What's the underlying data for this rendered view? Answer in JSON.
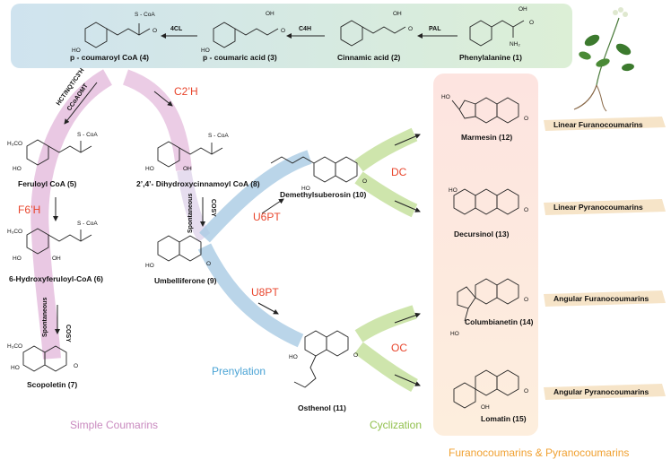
{
  "top_row": {
    "compounds": [
      {
        "id": "p-coumaroyl-coa",
        "label": "p - coumaroyl CoA (4)"
      },
      {
        "id": "p-coumaric-acid",
        "label": "p - coumaric acid (3)"
      },
      {
        "id": "cinnamic-acid",
        "label": "Cinnamic acid (2)"
      },
      {
        "id": "phenylalanine",
        "label": "Phenylalanine (1)"
      }
    ],
    "enzymes": [
      "4CL",
      "C4H",
      "PAL"
    ]
  },
  "atoms": {
    "scoa": "S - CoA",
    "oh": "OH",
    "ho": "HO",
    "o": "O",
    "nh2": "NH₂",
    "h3co": "H₃CO",
    "ho_r": "OH"
  },
  "left_branch": {
    "enzymes_diag": [
      "HCT/NQT/C3'H",
      "CCoAOMT"
    ],
    "feruloyl": "Feruloyl CoA (5)",
    "f6h": "F6’H",
    "hydroxyferuloyl": "6-Hydroxyferuloyl-CoA (6)",
    "spontaneous": "Spontaneous",
    "cosy": "COSY",
    "scopoletin": "Scopoletin (7)"
  },
  "middle_branch": {
    "c2h": "C2’H",
    "dihydroxy": "2’,4’- Dihydroxycinnamoyl CoA (8)",
    "spontaneous": "Spontaneous",
    "cosy": "COSY",
    "umbelliferone": "Umbelliferone (9)"
  },
  "prenylation": {
    "u6pt": "U6PT",
    "u8pt": "U8PT",
    "demethylsuberosin": "Demethylsuberosin (10)",
    "osthenol": "Osthenol (11)",
    "title": "Prenylation"
  },
  "cyclization": {
    "dc": "DC",
    "oc": "OC",
    "title": "Cyclization"
  },
  "products": [
    {
      "name": "Marmesin (12)",
      "class": "Linear Furanocoumarins"
    },
    {
      "name": "Decursinol (13)",
      "class": "Linear Pyranocoumarins"
    },
    {
      "name": "Columbianetin (14)",
      "class": "Angular Furanocoumarins"
    },
    {
      "name": "Lomatin (15)",
      "class": "Angular Pyranocoumarins"
    }
  ],
  "section_titles": {
    "simple": "Simple Coumarins",
    "furano": "Furanocoumarins & Pyranocoumarins"
  },
  "colors": {
    "top_box": "#d9ecd8",
    "pink_path": "#d9a6cf",
    "blue_path": "#a9cbe4",
    "green_arrow": "#b9d98a",
    "peach_box": "#fde6d8",
    "red_enzyme": "#e8452c",
    "simple_title": "#c98abf",
    "prenyl_title": "#4aa3d5",
    "cycl_title": "#8fbf4a",
    "furano_title": "#f0a030"
  }
}
